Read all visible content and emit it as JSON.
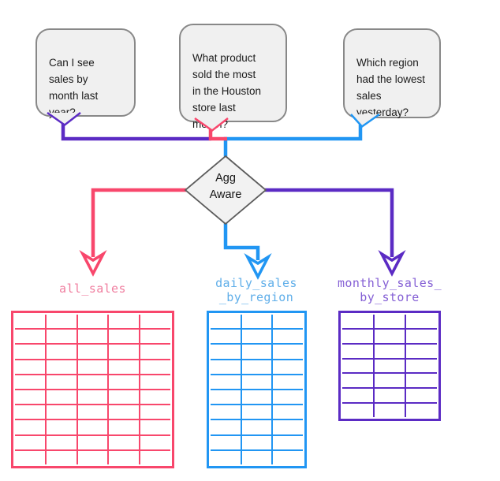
{
  "colors": {
    "purple": "#5B2BC4",
    "pink": "#F8476C",
    "blue": "#2196F3",
    "diamond_fill": "#F2F2F2",
    "diamond_border": "#5C5C5C",
    "bubble_fill": "#F0F0F0",
    "arrow_fill": "#FFFFFF"
  },
  "bubbles": [
    {
      "text": "Can I see\nsales by\nmonth last\nyear?",
      "color": "#5B2BC4"
    },
    {
      "text": "What product\nsold the most\nin the Houston\nstore last\nmonth?",
      "color": "#F8476C"
    },
    {
      "text": "Which region\nhad the lowest\nsales\nyesterday?",
      "color": "#2196F3"
    }
  ],
  "decision": {
    "line1": "Agg",
    "line2": "Aware"
  },
  "tables": [
    {
      "name": "all_sales",
      "label_lines": [
        "all_sales",
        ""
      ],
      "columns": 5,
      "rows": 10,
      "color": "#F8476C",
      "label_color": "#F07FA0"
    },
    {
      "name": "daily_sales_by_region",
      "label_lines": [
        "daily_sales",
        "_by_region"
      ],
      "columns": 3,
      "rows": 10,
      "color": "#2196F3",
      "label_color": "#5FAEE9"
    },
    {
      "name": "monthly_sales_by_store",
      "label_lines": [
        "monthly_sales_",
        "by_store"
      ],
      "columns": 3,
      "rows": 7,
      "color": "#5B2BC4",
      "label_color": "#8560D5"
    }
  ]
}
